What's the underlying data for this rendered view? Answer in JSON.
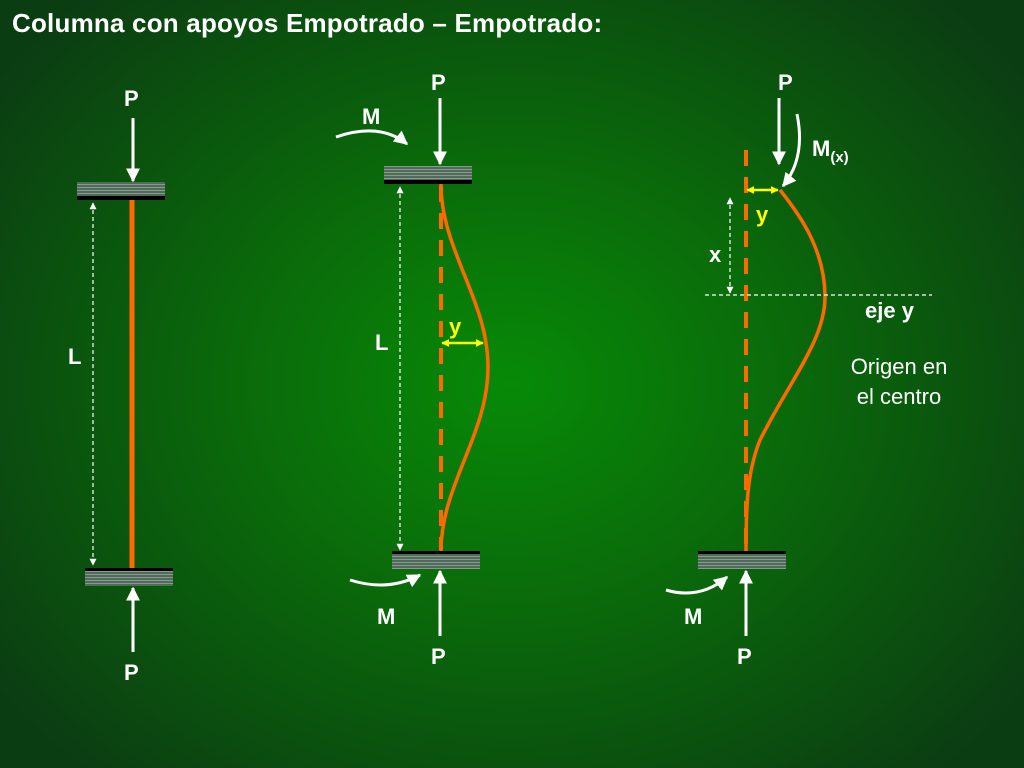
{
  "title": "Columna con apoyos Empotrado – Empotrado:",
  "colors": {
    "background": "#0a6b0a",
    "column": "#ff6a00",
    "arrow": "#ffffff",
    "deflection": "#ffff00"
  },
  "col1": {
    "top_load": "P",
    "bottom_load": "P",
    "length": "L"
  },
  "col2": {
    "top_load": "P",
    "bottom_load": "P",
    "top_moment": "M",
    "bottom_moment": "M",
    "length": "L",
    "deflection": "y"
  },
  "col3": {
    "top_load": "P",
    "bottom_load": "P",
    "moment_main": "M",
    "moment_sub": "(x)",
    "bottom_moment": "M",
    "x_label": "x",
    "deflection": "y",
    "axis_label": "eje y",
    "origin_line1": "Origen en",
    "origin_line2": "el centro"
  }
}
